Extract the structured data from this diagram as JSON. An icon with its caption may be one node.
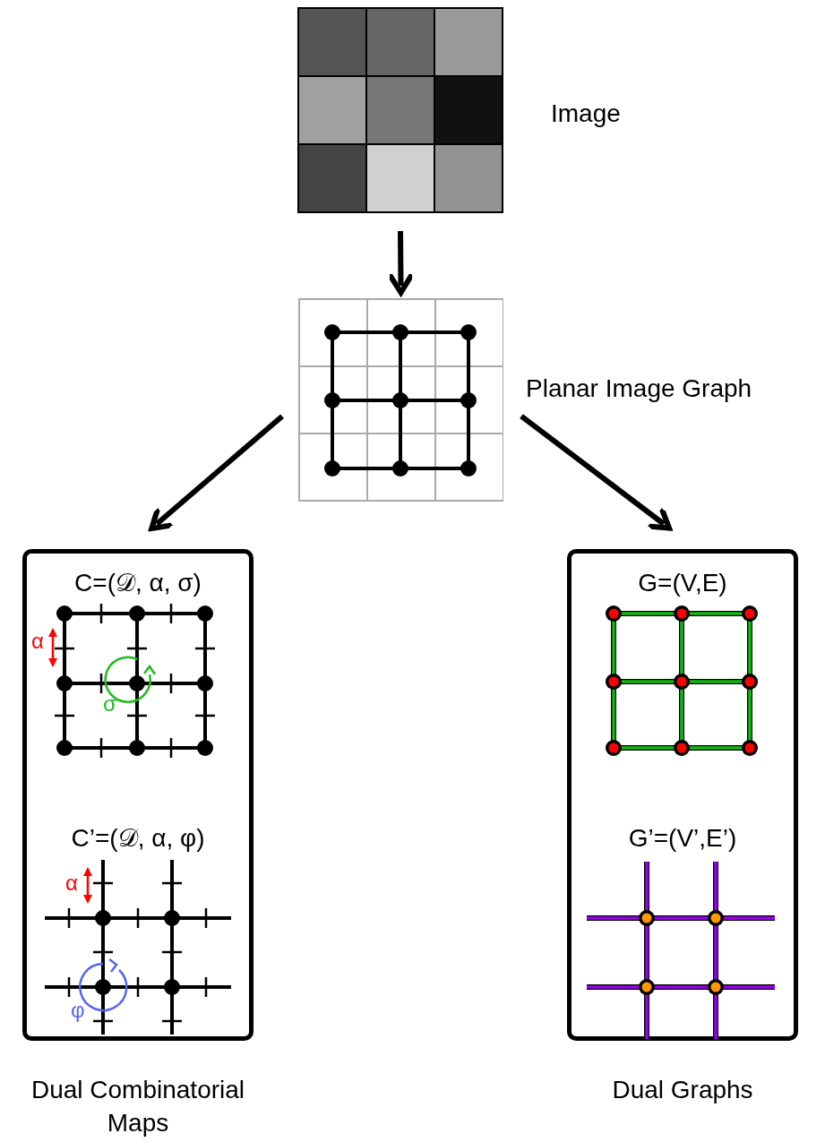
{
  "diagram": {
    "nodes": [
      {
        "text": [],
        "shape": "picture",
        "beside": [
          "Image"
        ]
      },
      {
        "text": [],
        "shape": "picture",
        "beside": [
          "Planar Image Graph"
        ]
      },
      {
        "text": [
          "C=(𝒟, α, σ)",
          "C’=(𝒟, α, φ)"
        ],
        "beside": [
          "Dual Combinatorial Maps"
        ]
      },
      {
        "text": [
          "G=(V,E)",
          "G’=(V’,E’)"
        ],
        "beside": [
          "Dual Graphs"
        ]
      }
    ],
    "edges": [
      {
        "from": 0,
        "to": 1,
        "arrow": "to"
      },
      {
        "from": 1,
        "to": 2,
        "arrow": "to"
      },
      {
        "from": 1,
        "to": 3,
        "arrow": "to"
      }
    ],
    "labels": [
      "α",
      "σ",
      "α",
      "φ"
    ]
  }
}
